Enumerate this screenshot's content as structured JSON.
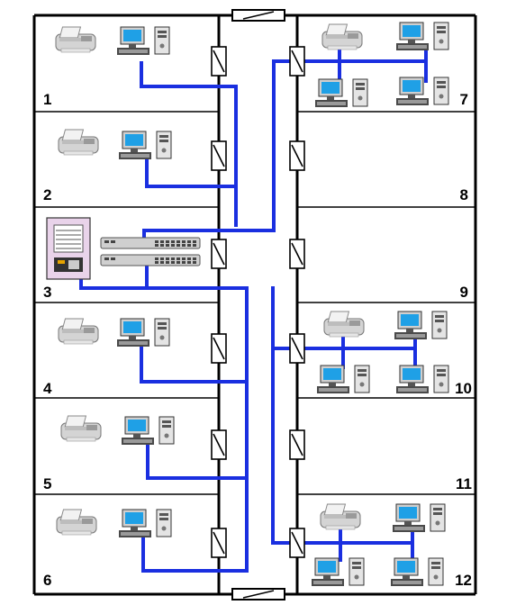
{
  "rooms": [
    {
      "number": "1",
      "side": "left",
      "contents": "workstation-room"
    },
    {
      "number": "2",
      "side": "left",
      "contents": "workstation-room"
    },
    {
      "number": "3",
      "side": "left",
      "contents": "server-room"
    },
    {
      "number": "4",
      "side": "left",
      "contents": "workstation-room"
    },
    {
      "number": "5",
      "side": "left",
      "contents": "workstation-room"
    },
    {
      "number": "6",
      "side": "left",
      "contents": "workstation-room"
    },
    {
      "number": "7",
      "side": "right",
      "contents": "multi-workstation-room"
    },
    {
      "number": "8",
      "side": "right",
      "contents": "empty"
    },
    {
      "number": "9",
      "side": "right",
      "contents": "empty"
    },
    {
      "number": "10",
      "side": "right",
      "contents": "multi-workstation-room"
    },
    {
      "number": "11",
      "side": "right",
      "contents": "empty"
    },
    {
      "number": "12",
      "side": "right",
      "contents": "multi-workstation-room"
    }
  ],
  "colors": {
    "cable": "#1a2fe0",
    "wall": "#000000",
    "background": "#ffffff",
    "rack": "#e9d3ea",
    "monitor_screen": "#1fa0e6"
  },
  "icons": [
    "printer-icon",
    "workstation-icon",
    "server-rack-icon",
    "network-switch-icon",
    "door-icon"
  ]
}
